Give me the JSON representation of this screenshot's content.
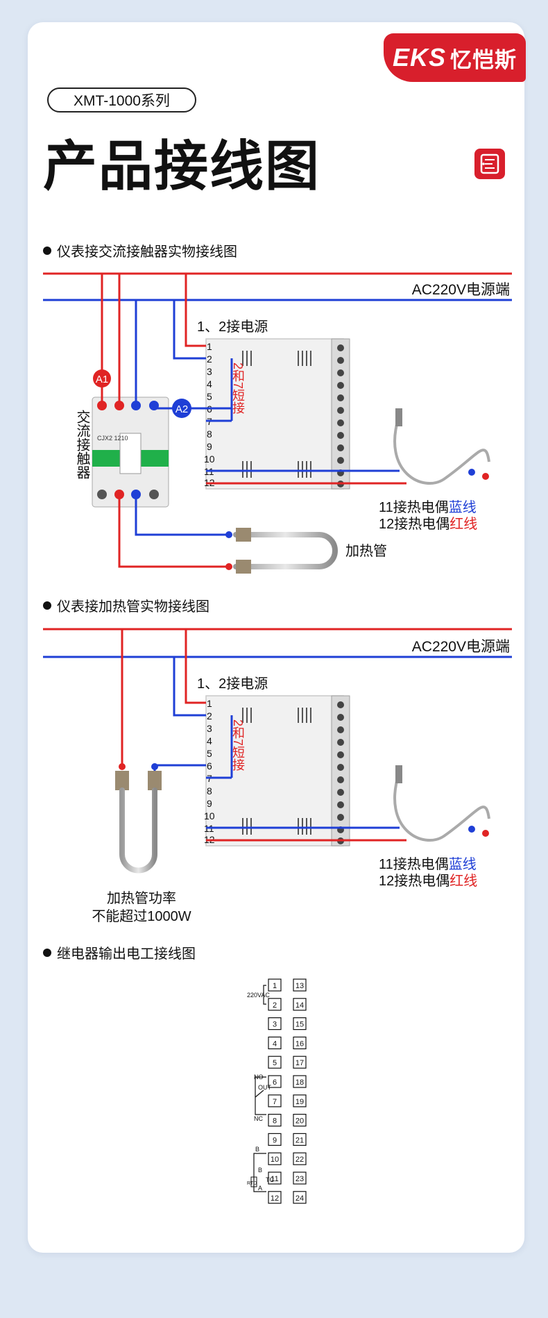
{
  "brand": {
    "logo": "EKS",
    "name": "忆恺斯"
  },
  "series": "XMT-1000系列",
  "title": "产品接线图",
  "colors": {
    "accent": "#d81f2c",
    "live_wire": "#e02424",
    "neutral_wire": "#1f3fd6"
  },
  "sections": [
    {
      "heading": "仪表接交流接触器实物接线图"
    },
    {
      "heading": "仪表接加热管实物接线图"
    },
    {
      "heading": "继电器输出电工接线图"
    }
  ],
  "diagram1": {
    "power_label": "AC220V电源端",
    "power_terminals_label": "1、2接电源",
    "short_label": "2和7短接",
    "contactor_label": "交流接触器",
    "contactor_model": "CJX2 1210",
    "marker_a1": "A1",
    "marker_a2": "A2",
    "thermo_blue_prefix": "11接热电偶",
    "thermo_blue_color": "蓝线",
    "thermo_red_prefix": "12接热电偶",
    "thermo_red_color": "红线",
    "heater_label": "加热管",
    "terminals": [
      "1",
      "2",
      "3",
      "4",
      "5",
      "6",
      "7",
      "8",
      "9",
      "10",
      "11",
      "12"
    ]
  },
  "diagram2": {
    "power_label": "AC220V电源端",
    "power_terminals_label": "1、2接电源",
    "short_label": "2和7短接",
    "thermo_blue_prefix": "11接热电偶",
    "thermo_blue_color": "蓝线",
    "thermo_red_prefix": "12接热电偶",
    "thermo_red_color": "红线",
    "heater_note_line1": "加热管功率",
    "heater_note_line2": "不能超过1000W",
    "terminals": [
      "1",
      "2",
      "3",
      "4",
      "5",
      "6",
      "7",
      "8",
      "9",
      "10",
      "11",
      "12"
    ]
  },
  "diagram3": {
    "left_terminals": [
      "1",
      "2",
      "3",
      "4",
      "5",
      "6",
      "7",
      "8",
      "9",
      "10",
      "11",
      "12"
    ],
    "right_terminals": [
      "13",
      "14",
      "15",
      "16",
      "17",
      "18",
      "19",
      "20",
      "21",
      "22",
      "23",
      "24"
    ],
    "supply_label": "220VAC",
    "no_label": "NO",
    "out_label": "OUT",
    "nc_label": "NC",
    "b_label_1": "B",
    "b_label_2": "B",
    "a_label": "A",
    "tc_label": "TC",
    "rtd_label": "RTD"
  }
}
